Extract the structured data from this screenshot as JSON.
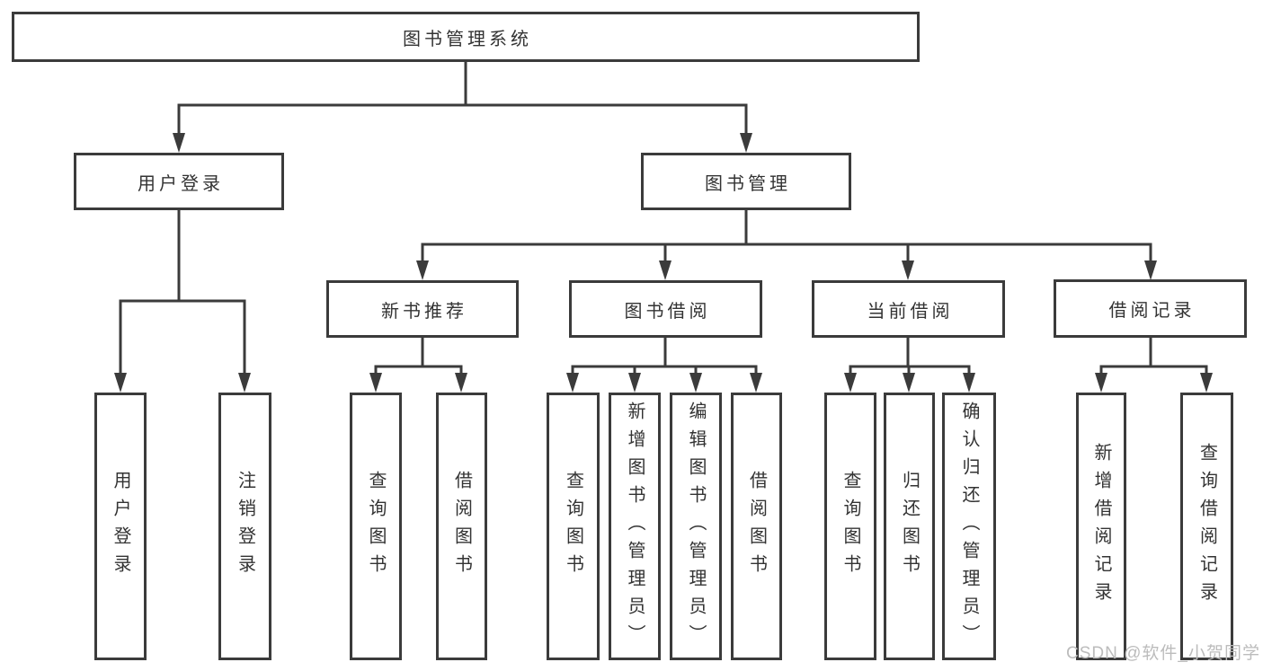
{
  "diagram": {
    "title": "图书管理系统",
    "nodes": [
      {
        "id": "root",
        "label": "图书管理系统",
        "parent": null
      },
      {
        "id": "user-login",
        "label": "用户登录",
        "parent": "root"
      },
      {
        "id": "book-mgmt",
        "label": "图书管理",
        "parent": "root"
      },
      {
        "id": "new-book-rec",
        "label": "新书推荐",
        "parent": "book-mgmt"
      },
      {
        "id": "book-borrow",
        "label": "图书借阅",
        "parent": "book-mgmt"
      },
      {
        "id": "current-borrow",
        "label": "当前借阅",
        "parent": "book-mgmt"
      },
      {
        "id": "borrow-record",
        "label": "借阅记录",
        "parent": "book-mgmt"
      },
      {
        "id": "leaf-user-login",
        "label": "用户登录",
        "parent": "user-login"
      },
      {
        "id": "leaf-logout",
        "label": "注销登录",
        "parent": "user-login"
      },
      {
        "id": "leaf-query-book-1",
        "label": "查询图书",
        "parent": "new-book-rec"
      },
      {
        "id": "leaf-borrow-book-1",
        "label": "借阅图书",
        "parent": "new-book-rec"
      },
      {
        "id": "leaf-query-book-2",
        "label": "查询图书",
        "parent": "book-borrow"
      },
      {
        "id": "leaf-add-book",
        "label": "新增图书（管理员）",
        "parent": "book-borrow"
      },
      {
        "id": "leaf-edit-book",
        "label": "编辑图书（管理员）",
        "parent": "book-borrow"
      },
      {
        "id": "leaf-borrow-book-2",
        "label": "借阅图书",
        "parent": "book-borrow"
      },
      {
        "id": "leaf-query-book-3",
        "label": "查询图书",
        "parent": "current-borrow"
      },
      {
        "id": "leaf-return-book",
        "label": "归还图书",
        "parent": "current-borrow"
      },
      {
        "id": "leaf-confirm-return",
        "label": "确认归还（管理员）",
        "parent": "current-borrow"
      },
      {
        "id": "leaf-add-borrow-record",
        "label": "新增借阅记录",
        "parent": "borrow-record"
      },
      {
        "id": "leaf-query-borrow-record",
        "label": "查询借阅记录",
        "parent": "borrow-record"
      }
    ]
  },
  "watermark": {
    "text": "CSDN @软件_小贺同学"
  },
  "colors": {
    "line": "#3b3b3b",
    "box_border": "#3b3b3b",
    "text": "#333333",
    "watermark": "#bcbcbc",
    "background": "#ffffff"
  }
}
